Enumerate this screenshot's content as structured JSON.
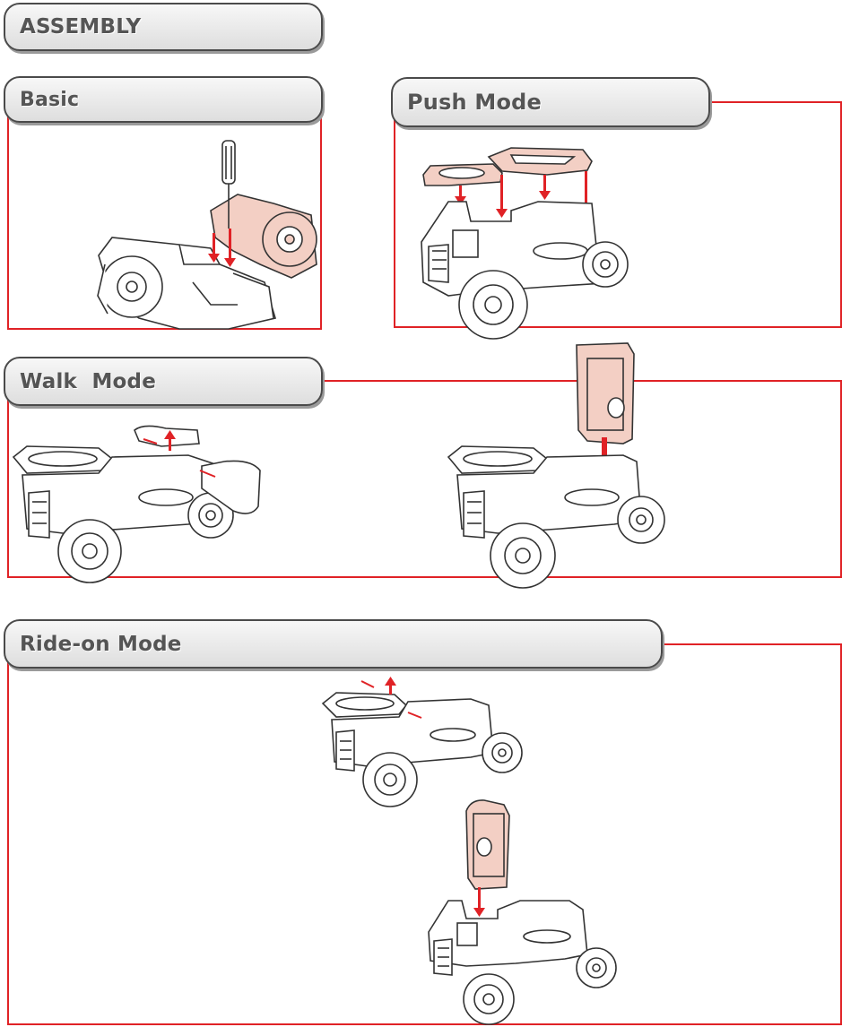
{
  "header": {
    "title": "ASSEMBLY"
  },
  "sections": {
    "basic": {
      "title": "Basic"
    },
    "push": {
      "title": "Push Mode"
    },
    "walk": {
      "title": "Walk  Mode"
    },
    "ride": {
      "title": "Ride-on Mode"
    }
  },
  "colors": {
    "frame": "#e02226",
    "highlight_part": "#f3cfc4",
    "arrow": "#e02226"
  },
  "icons": [
    "screwdriver-icon",
    "tractor-illustration",
    "seat-part-illustration",
    "backrest-panel-illustration",
    "hand-illustration",
    "down-arrow-icon",
    "up-arrow-icon"
  ]
}
